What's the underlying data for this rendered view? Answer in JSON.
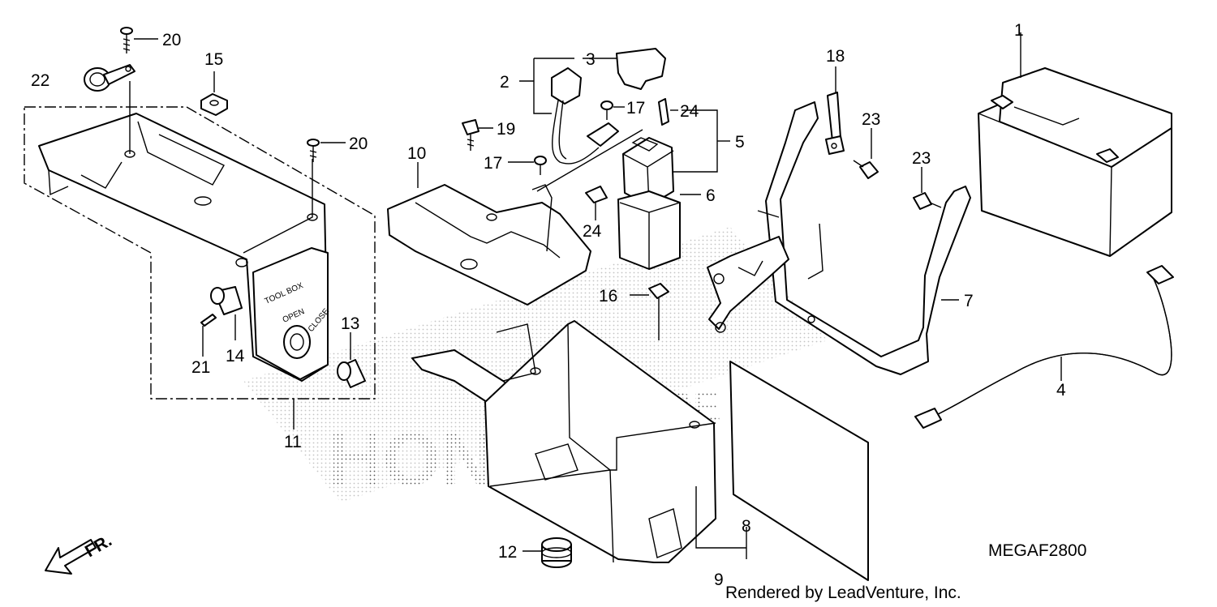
{
  "diagram": {
    "code": "MEGAF2800",
    "credit": "Rendered by LeadVenture, Inc.",
    "watermark_brand": "HONDA",
    "watermark_text": "VENTURE",
    "front_indicator": "FR.",
    "toolbox_text": {
      "line1": "TOOL BOX",
      "line2": "OPEN",
      "line3": "CLOSE"
    },
    "callouts": [
      "1",
      "2",
      "3",
      "4",
      "5",
      "6",
      "7",
      "8",
      "9",
      "10",
      "11",
      "12",
      "13",
      "14",
      "15",
      "16",
      "17",
      "17",
      "18",
      "19",
      "20",
      "20",
      "21",
      "22",
      "23",
      "23",
      "24",
      "24"
    ]
  }
}
